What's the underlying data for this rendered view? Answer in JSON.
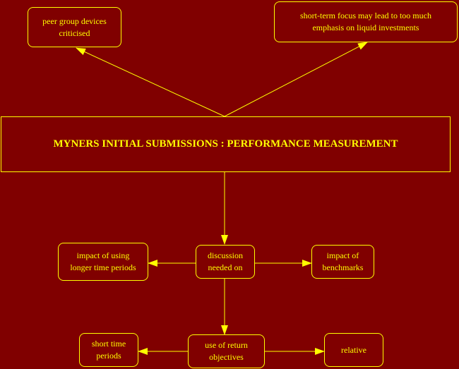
{
  "colors": {
    "background": "#800000",
    "foreground": "#ffff00"
  },
  "title": "MYNERS INITIAL SUBMISSIONS : PERFORMANCE MEASUREMENT",
  "nodes": {
    "peer_group": {
      "lines": [
        "peer group devices",
        "criticised"
      ]
    },
    "short_term_focus": {
      "lines": [
        "short-term focus may lead to too much",
        "emphasis on liquid investments"
      ]
    },
    "impact_longer_periods": {
      "lines": [
        "impact of using",
        "longer time periods"
      ]
    },
    "discussion_needed": {
      "lines": [
        "discussion",
        "needed on"
      ]
    },
    "impact_benchmarks": {
      "lines": [
        "impact of",
        "benchmarks"
      ]
    },
    "short_time_periods": {
      "lines": [
        "short time",
        "periods"
      ]
    },
    "use_of_return": {
      "lines": [
        "use of return",
        "objectives"
      ]
    },
    "relative": {
      "lines": [
        "relative"
      ]
    }
  }
}
